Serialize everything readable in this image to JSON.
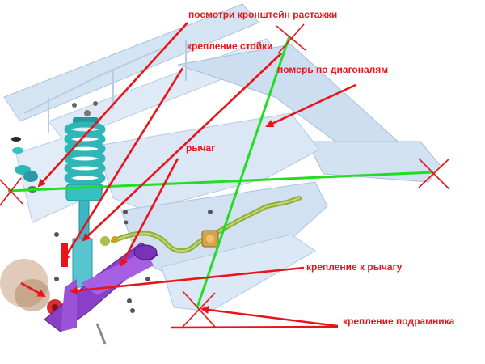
{
  "labels": {
    "brace_bracket": "посмотри кронштейн растажки",
    "strut_mount": "крепление стойки",
    "diagonal_measure": "померь по диагоналям",
    "lever": "рычаг",
    "lever_mount": "крепление к рычагу",
    "subframe_mount": "крепление подрамника"
  },
  "colors": {
    "annotation_red": "#e8141a",
    "diagonal_green": "#22dd22",
    "frame_blue": "#b9d2ec",
    "spring_teal": "#2fb7b7",
    "lever_purple": "#8a3fc8",
    "stabilizer_olive": "#8fae3a"
  }
}
